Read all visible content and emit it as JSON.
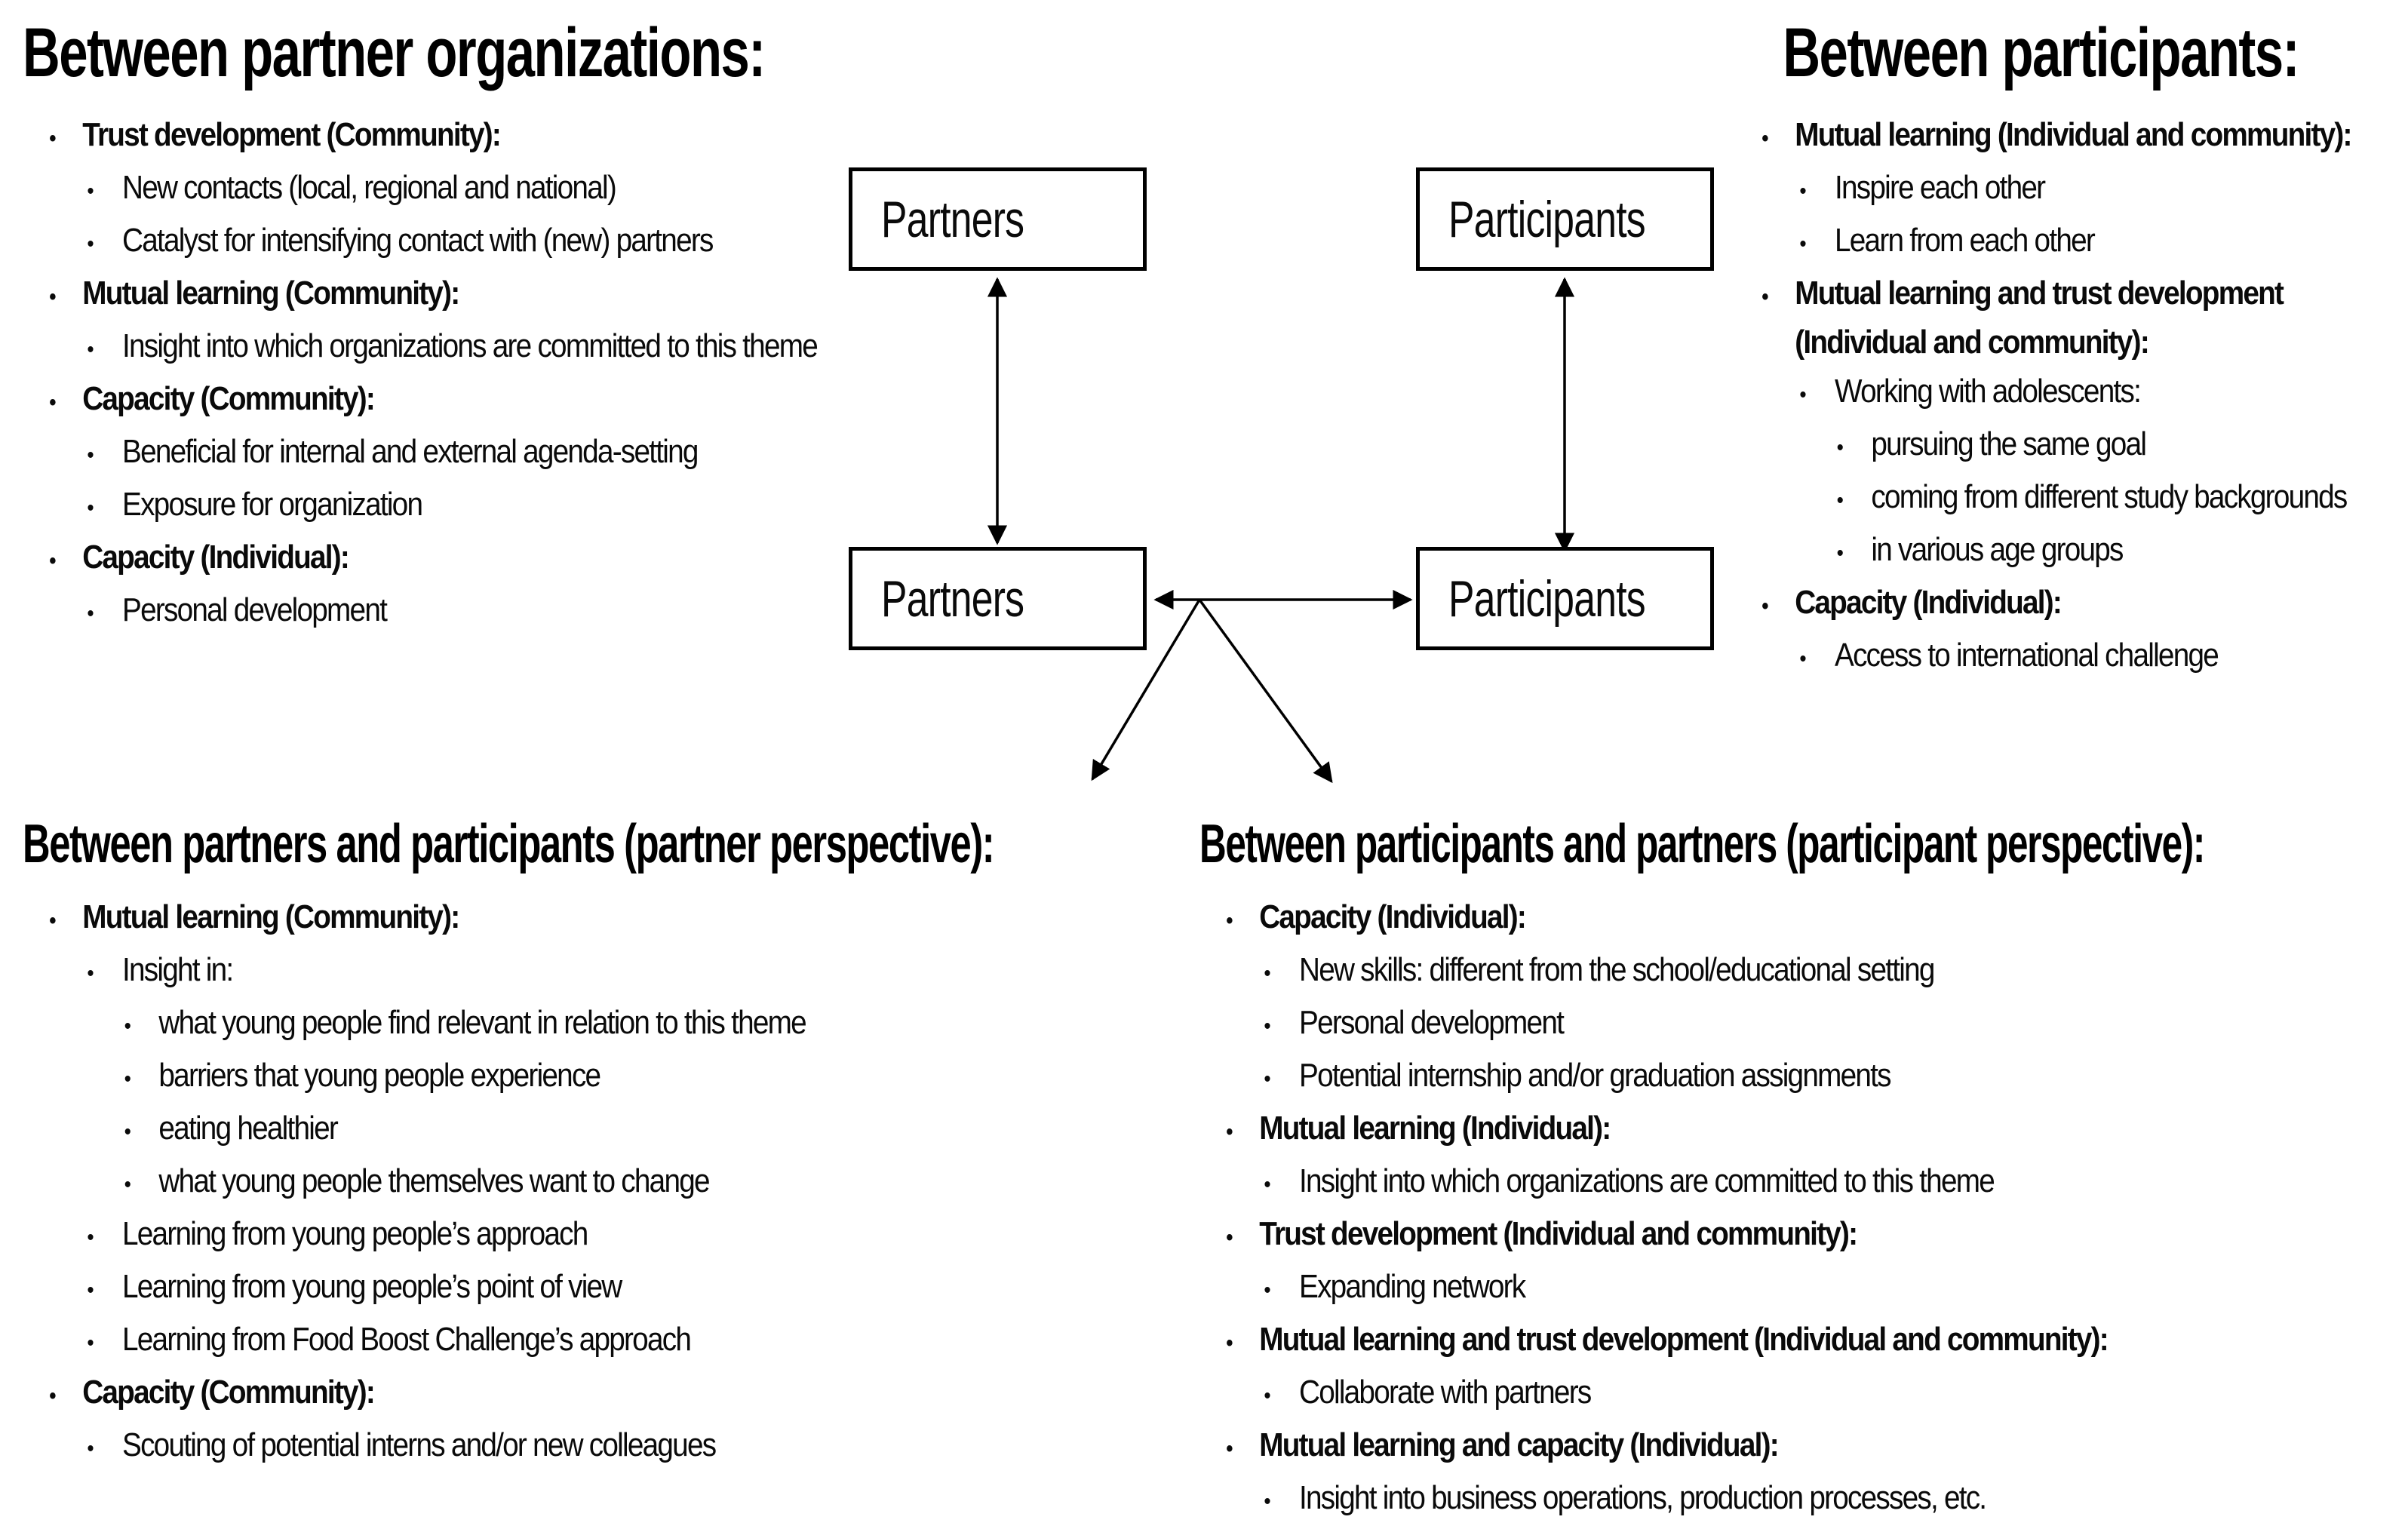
{
  "ui": {
    "bullet_glyph": "•"
  },
  "colors": {
    "background": "#ffffff",
    "text": "#0a0a0a",
    "box_border": "#000000",
    "arrow": "#000000"
  },
  "sections": {
    "top_left": {
      "title": "Between partner organizations:",
      "items": [
        {
          "level": 1,
          "text": "Trust development (Community):"
        },
        {
          "level": 2,
          "text": "New contacts (local, regional and national)"
        },
        {
          "level": 2,
          "text": "Catalyst for intensifying contact with (new) partners"
        },
        {
          "level": 1,
          "text": "Mutual learning (Community):"
        },
        {
          "level": 2,
          "text": "Insight into which organizations are committed to this theme"
        },
        {
          "level": 1,
          "text": "Capacity (Community):"
        },
        {
          "level": 2,
          "text": "Beneficial for internal and external agenda-setting"
        },
        {
          "level": 2,
          "text": "Exposure for organization"
        },
        {
          "level": 1,
          "text": "Capacity (Individual):"
        },
        {
          "level": 2,
          "text": "Personal development"
        }
      ]
    },
    "top_right": {
      "title": "Between participants:",
      "items": [
        {
          "level": 1,
          "text": "Mutual learning (Individual and community):"
        },
        {
          "level": 2,
          "text": "Inspire each other"
        },
        {
          "level": 2,
          "text": "Learn from each other"
        },
        {
          "level": 1,
          "text": "Mutual learning and trust development (Individual and community):"
        },
        {
          "level": 2,
          "text": "Working with adolescents:"
        },
        {
          "level": 3,
          "text": "pursuing the same goal"
        },
        {
          "level": 3,
          "text": "coming from different study backgrounds"
        },
        {
          "level": 3,
          "text": "in various age groups"
        },
        {
          "level": 1,
          "text": "Capacity (Individual):"
        },
        {
          "level": 2,
          "text": "Access to international challenge"
        }
      ]
    },
    "bottom_left": {
      "title": "Between partners and participants (partner perspective):",
      "items": [
        {
          "level": 1,
          "text": "Mutual learning (Community):"
        },
        {
          "level": 2,
          "text": "Insight in:"
        },
        {
          "level": 3,
          "text": "what young people find relevant in relation to this theme"
        },
        {
          "level": 3,
          "text": "barriers that young people experience"
        },
        {
          "level": 3,
          "text": "eating healthier"
        },
        {
          "level": 3,
          "text": "what young people themselves want to change"
        },
        {
          "level": 2,
          "text": "Learning from young people’s approach"
        },
        {
          "level": 2,
          "text": "Learning from young people’s point of view"
        },
        {
          "level": 2,
          "text": "Learning from Food Boost Challenge’s approach"
        },
        {
          "level": 1,
          "text": "Capacity (Community):"
        },
        {
          "level": 2,
          "text": "Scouting of potential interns and/or new colleagues"
        }
      ]
    },
    "bottom_right": {
      "title": "Between participants and partners (participant perspective):",
      "items": [
        {
          "level": 1,
          "text": "Capacity (Individual):"
        },
        {
          "level": 2,
          "text": "New skills: different from the school/educational setting"
        },
        {
          "level": 2,
          "text": "Personal development"
        },
        {
          "level": 2,
          "text": "Potential internship and/or graduation assignments"
        },
        {
          "level": 1,
          "text": "Mutual learning (Individual):"
        },
        {
          "level": 2,
          "text": "Insight into which organizations are committed to this theme"
        },
        {
          "level": 1,
          "text": "Trust development (Individual and community):"
        },
        {
          "level": 2,
          "text": "Expanding network"
        },
        {
          "level": 1,
          "text": "Mutual learning and trust development (Individual and community):"
        },
        {
          "level": 2,
          "text": "Collaborate with partners"
        },
        {
          "level": 1,
          "text": "Mutual learning and capacity (Individual):"
        },
        {
          "level": 2,
          "text": "Insight into business operations, production processes, etc."
        }
      ]
    }
  },
  "diagram": {
    "boxes": [
      {
        "id": "partners-top",
        "label": "Partners"
      },
      {
        "id": "participants-top",
        "label": "Participants"
      },
      {
        "id": "partners-bottom",
        "label": "Partners"
      },
      {
        "id": "participants-bottom",
        "label": "Participants"
      }
    ]
  }
}
